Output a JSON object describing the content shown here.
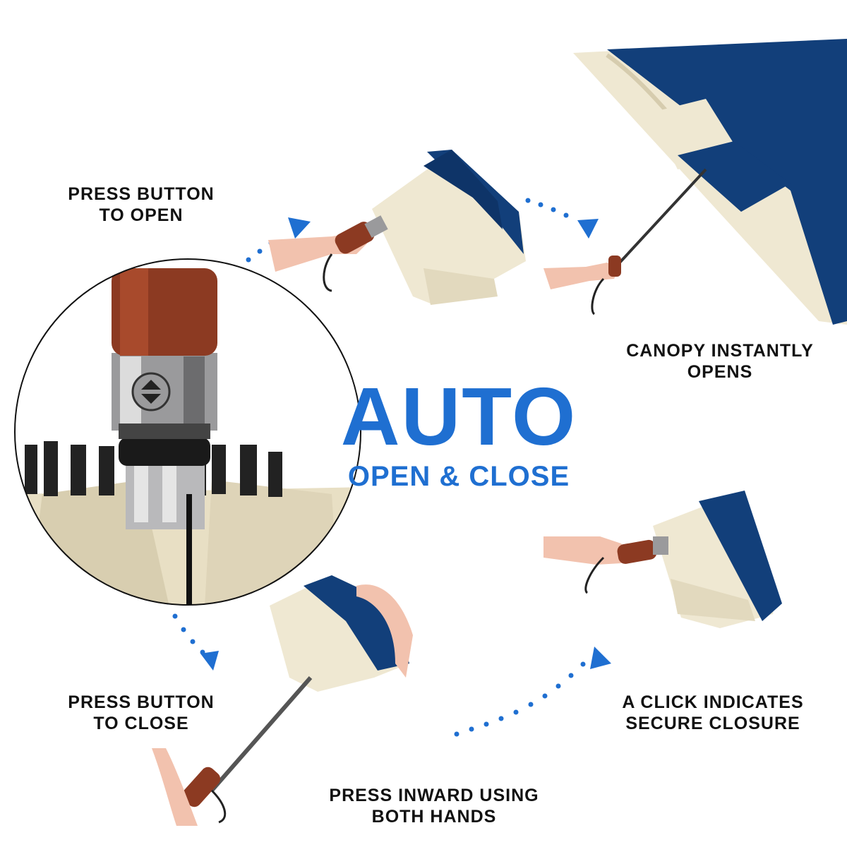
{
  "headline": {
    "main": "AUTO",
    "sub": "OPEN & CLOSE"
  },
  "steps": {
    "press_open": {
      "line1": "PRESS BUTTON",
      "line2": "TO OPEN"
    },
    "canopy_opens": {
      "line1": "CANOPY INSTANTLY",
      "line2": "OPENS"
    },
    "press_close": {
      "line1": "PRESS BUTTON",
      "line2": "TO CLOSE"
    },
    "press_inward": {
      "line1": "PRESS INWARD USING",
      "line2": "BOTH HANDS"
    },
    "click_secure": {
      "line1": "A CLICK INDICATES",
      "line2": "SECURE CLOSURE"
    }
  },
  "colors": {
    "accent": "#1f6fd1",
    "navy": "#123f7a",
    "cream": "#efe8d2",
    "wood": "#8c3a22",
    "skin": "#f2c2ae"
  },
  "icons": [
    "arrow-triangle-icon",
    "open-close-button-icon"
  ]
}
